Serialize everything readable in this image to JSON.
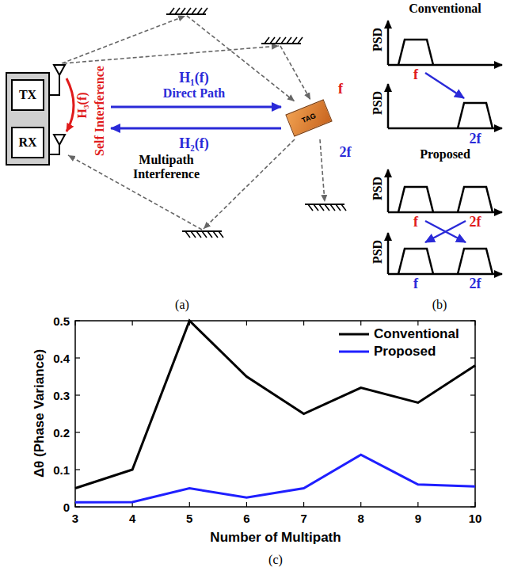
{
  "diagram": {
    "nodes": [
      {
        "text": [
          "TX"
        ]
      },
      {
        "text": [
          "RX"
        ]
      },
      {
        "text": [
          "TAG"
        ]
      }
    ],
    "labels": [
      "H₃(f)",
      "Self Interference",
      "H₁(f)",
      "Direct Path",
      "H₂(f)",
      "Multipath Interference",
      "f",
      "2f",
      "(a)",
      "PSD",
      "Conventional",
      "f",
      "PSD",
      "2f",
      "PSD",
      "Proposed",
      "f",
      "2f",
      "PSD",
      "f",
      "2f",
      "(b)",
      "0",
      "0.1",
      "0.2",
      "0.3",
      "0.4",
      "0.5",
      "3",
      "4",
      "5",
      "6",
      "7",
      "8",
      "9",
      "10",
      "Δθ (Phase Variance)",
      "Number of Multipath",
      "(c)"
    ],
    "legend": [
      {
        "text": "Conventional",
        "color": "#000000"
      },
      {
        "text": "Proposed",
        "color": "#1f1fff"
      }
    ]
  }
}
